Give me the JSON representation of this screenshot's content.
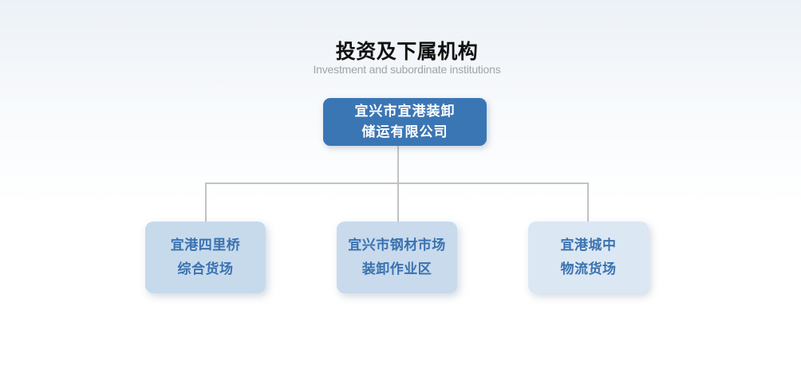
{
  "page": {
    "title": "投资及下属机构",
    "subtitle": "Investment and subordinate institutions"
  },
  "org_chart": {
    "type": "org-tree",
    "root": {
      "lines": [
        "宜兴市宜港装卸",
        "储运有限公司"
      ]
    },
    "children": [
      {
        "lines": [
          "宜港四里桥",
          "综合货场"
        ]
      },
      {
        "lines": [
          "宜兴市钢材市场",
          "装卸作业区"
        ]
      },
      {
        "lines": [
          "宜港城中",
          "物流货场"
        ]
      }
    ]
  },
  "colors": {
    "root_node_bg": "#3b76b4",
    "root_node_text": "#ffffff",
    "child_node_bg": "#c7daec",
    "child_node_bg_light": "#dbe7f3",
    "child_node_text": "#3a72b0",
    "connector_line": "#c2c2c2",
    "title_text": "#111111",
    "subtitle_text": "#a3a3a3",
    "background_top": "#ecf1f7",
    "background_bottom": "#ffffff"
  }
}
